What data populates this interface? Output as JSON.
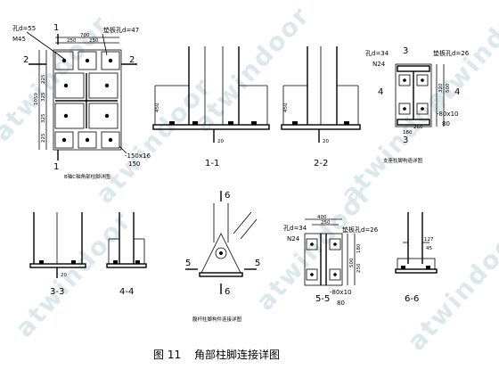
{
  "watermark": "atwindoor",
  "caption": {
    "figure_no": "图 11",
    "title": "角部柱脚连接详图"
  },
  "plan_view": {
    "label_d55": "孔d=55",
    "label_m45": "M45",
    "label_bolt47": "垫板孔d=47",
    "cut_top": "1",
    "cut_bottom": "1",
    "cut_left": "2",
    "cut_right": "2",
    "dim_top_total": "700",
    "dim_top_a": "250",
    "dim_top_b": "250",
    "dim_left_total": "1050",
    "dim_left_a": "225",
    "dim_left_b": "325",
    "dim_left_c": "325",
    "dim_left_d": "225",
    "plate_note": "-150x16",
    "plate_note_b": "150",
    "title": "B轴C轴角部柱脚详图"
  },
  "section_11": {
    "label": "1-1",
    "dim_side": "450",
    "dim_bottom": "20"
  },
  "section_22": {
    "label": "2-2",
    "dim_side": "450",
    "dim_bottom": "20"
  },
  "detail_br": {
    "label_d34": "孔d=34",
    "label_n24": "N24",
    "label_bolt26": "垫板孔d=26",
    "cut_top": "3",
    "cut_bottom": "3",
    "cut_left": "4",
    "cut_right": "4",
    "dim_a": "320",
    "dim_b": "500",
    "dim_c": "180",
    "dim_d": "260",
    "plate_note": "-80x10",
    "plate_note_b": "80",
    "title": "支座柱脚构造详图"
  },
  "section_33": {
    "label": "3-3",
    "dim_bottom": "20"
  },
  "section_44": {
    "label": "4-4"
  },
  "gusset_detail": {
    "cut_top": "6",
    "cut_bottom": "6",
    "cut_left": "5",
    "cut_right": "5",
    "title": "腹杆柱脚构件连接详图"
  },
  "detail_55": {
    "label_d34": "孔d=34",
    "label_n24": "N24",
    "label_bolt26": "垫板孔d=26",
    "dim_top": "400",
    "dim_top_b": "250",
    "dim_side": "500",
    "dim_side_b": "180",
    "dim_side_c": "250",
    "plate_note": "-80x10",
    "plate_note_b": "80",
    "label": "5-5"
  },
  "section_66": {
    "label": "6-6",
    "dim_a": "127",
    "dim_b": "45"
  }
}
